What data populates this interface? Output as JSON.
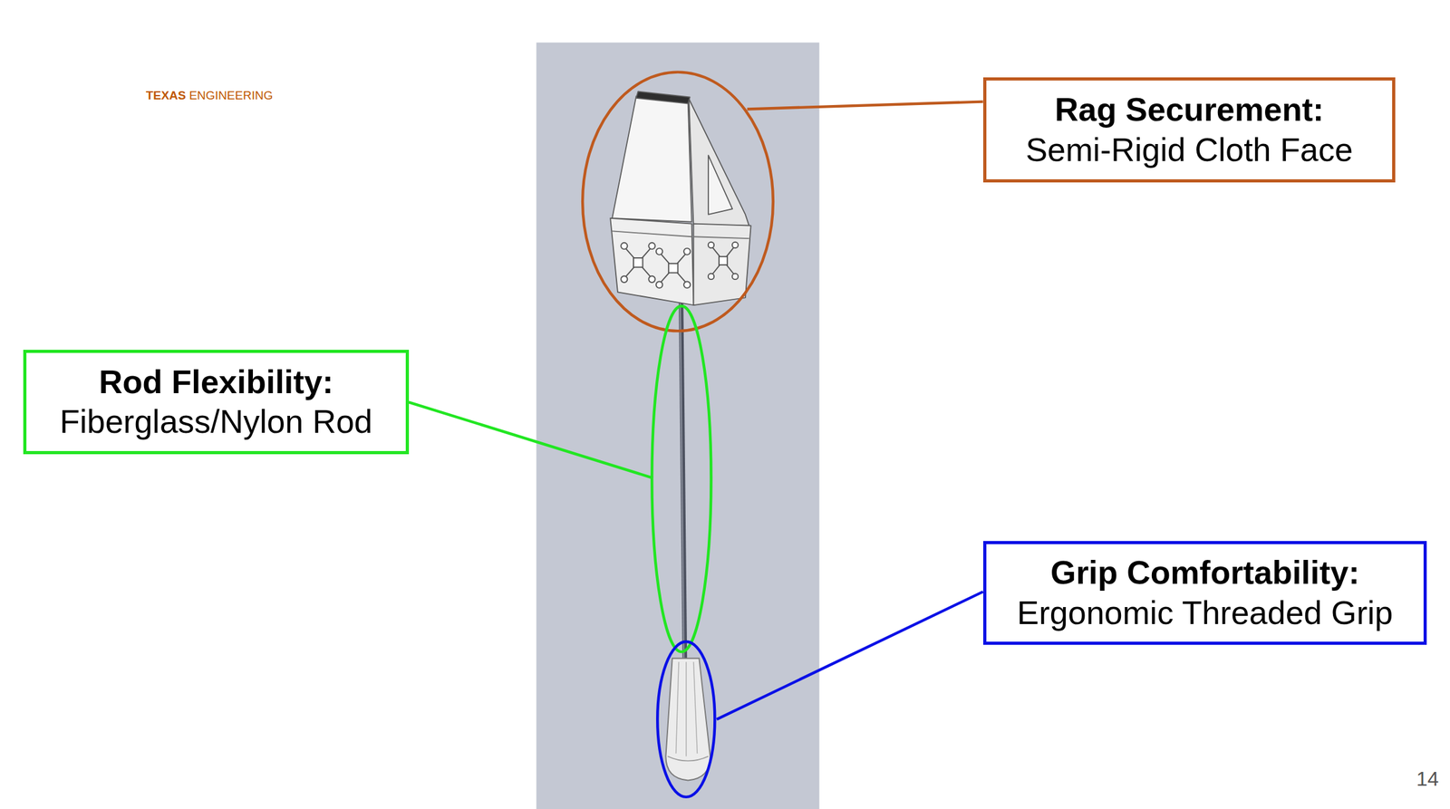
{
  "diagram": {
    "nodes": [
      {
        "text": [
          "Rag Securement:",
          "Semi-Rigid Cloth Face"
        ]
      },
      {
        "text": [
          "Rod Flexibility:",
          "Fiberglass/Nylon Rod"
        ]
      },
      {
        "text": [
          "Grip Comfortability:",
          "Ergonomic Threaded Grip"
        ]
      }
    ],
    "labels": [
      "TEXAS",
      "ENGINEERING",
      "14"
    ]
  }
}
